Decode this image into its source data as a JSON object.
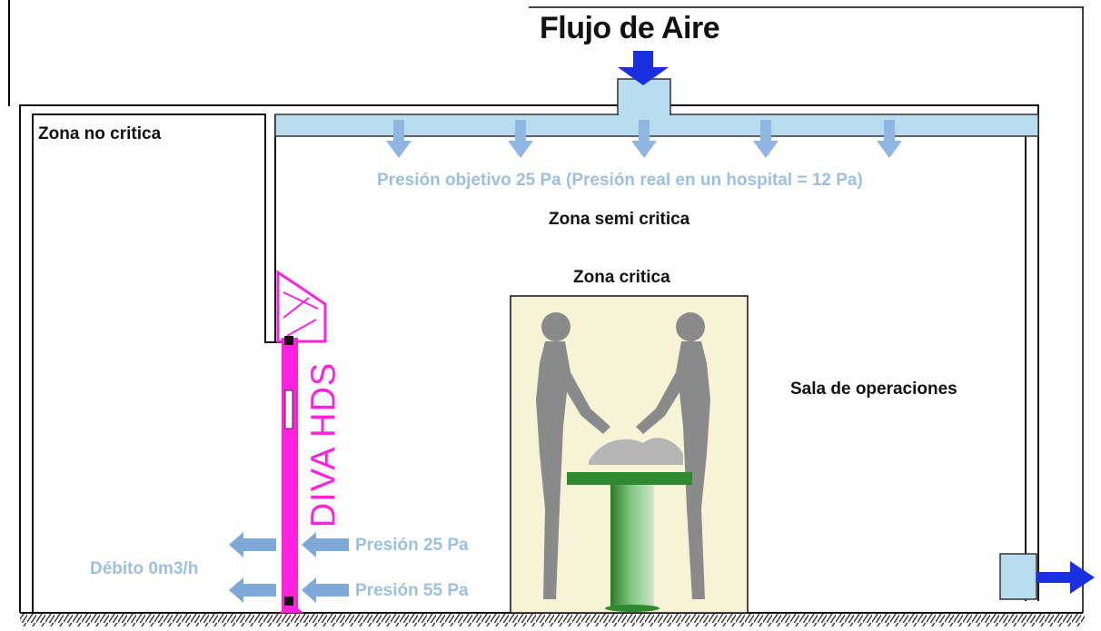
{
  "title": "Flujo de Aire",
  "zones": {
    "non_critical": "Zona no critica",
    "semi_critical": "Zona semi critica",
    "critical": "Zona critica",
    "operating_room": "Sala de operaciones"
  },
  "pressure_target": "Presión objetivo 25 Pa (Presión real en un hospital = 12 Pa)",
  "door_product": "DIVA HDS",
  "pressure_upper": "Presión 25 Pa",
  "pressure_lower": "Presión 55 Pa",
  "flow_rate": "Débito 0m3/h",
  "colors": {
    "light_blue": "#9cbfe4",
    "duct_fill": "#b9dcef",
    "arrow_blue": "#1a2fe0",
    "door_magenta": "#ff22dd",
    "critical_zone_bg": "#f6f3d6"
  },
  "icons": [
    "airflow-down-arrow",
    "exhaust-arrow-right",
    "leak-arrow-left",
    "pressure-arrow-left",
    "surgeon-figure",
    "operating-table"
  ]
}
